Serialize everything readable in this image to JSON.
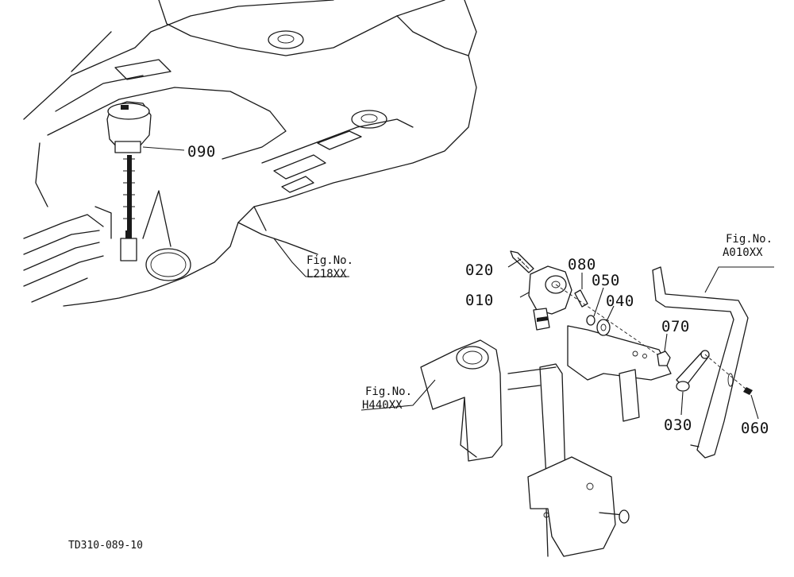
{
  "drawing_code": "TD310-089-10",
  "figure_refs": {
    "top": {
      "prefix": "Fig.No.",
      "number": "L218XX"
    },
    "right": {
      "prefix": "Fig.No.",
      "number": "A010XX"
    },
    "left": {
      "prefix": "Fig.No.",
      "number": "H440XX"
    }
  },
  "parts": {
    "p090": "090",
    "p020": "020",
    "p010": "010",
    "p080": "080",
    "p050": "050",
    "p040": "040",
    "p070": "070",
    "p030": "030",
    "p060": "060"
  }
}
